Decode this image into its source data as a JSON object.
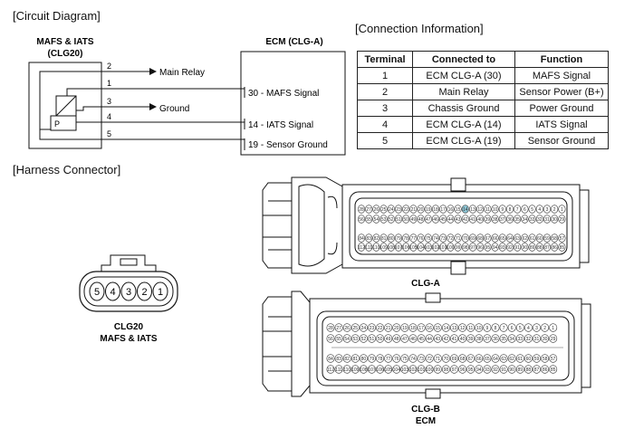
{
  "sections": {
    "circuit_diagram": "[Circuit Diagram]",
    "connection_information": "[Connection Information]",
    "harness_connector": "[Harness Connector]"
  },
  "circuit": {
    "sensor_title": "MAFS & IATS",
    "sensor_code": "(CLG20)",
    "ecm_title": "ECM (CLG-A)",
    "pins": [
      "2",
      "1",
      "3",
      "4",
      "5"
    ],
    "main_relay": "Main Relay",
    "ground": "Ground",
    "p_label": "P",
    "ecm_pins": [
      "30 - MAFS Signal",
      "14 - IATS Signal",
      "19 - Sensor Ground"
    ]
  },
  "table": {
    "headers": [
      "Terminal",
      "Connected to",
      "Function"
    ],
    "rows": [
      [
        "1",
        "ECM CLG-A (30)",
        "MAFS Signal"
      ],
      [
        "2",
        "Main Relay",
        "Sensor Power (B+)"
      ],
      [
        "3",
        "Chassis Ground",
        "Power Ground"
      ],
      [
        "4",
        "ECM CLG-A (14)",
        "IATS Signal"
      ],
      [
        "5",
        "ECM CLG-A (19)",
        "Sensor Ground"
      ]
    ]
  },
  "harness": {
    "sensor_pins": [
      "5",
      "4",
      "3",
      "2",
      "1"
    ],
    "sensor_caption_1": "CLG20",
    "sensor_caption_2": "MAFS & IATS",
    "clga_caption": "CLG-A",
    "clgb_caption_1": "CLG-B",
    "clgb_caption_2": "ECM",
    "highlight_color": "#8fc7d6"
  }
}
